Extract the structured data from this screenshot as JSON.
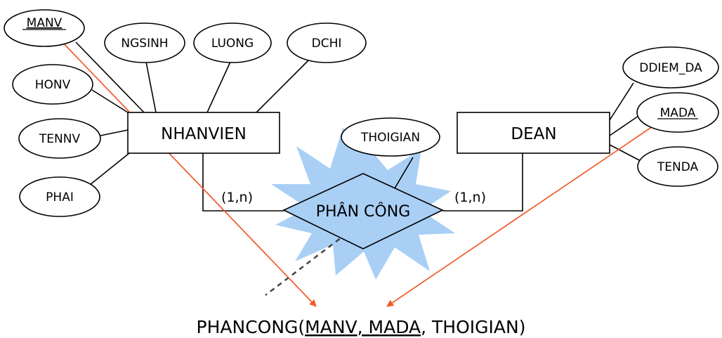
{
  "entities": {
    "nhanvien": "NHANVIEN",
    "dean": "DEAN"
  },
  "relationship": {
    "label": "PHÂN CÔNG",
    "card_left": "(1,n)",
    "card_right": "(1,n)",
    "attribute": "THOIGIAN"
  },
  "nhanvien_attrs": {
    "manv": "MANV",
    "ngsinh": "NGSINH",
    "luong": "LUONG",
    "dchi": "DCHI",
    "honv": "HONV",
    "tennv": "TENNV",
    "phai": "PHAI"
  },
  "dean_attrs": {
    "ddiem_da": "DDIEM_DA",
    "mada": "MADA",
    "tenda": "TENDA"
  },
  "schema": {
    "prefix": "PHANCONG(",
    "key1": "MANV",
    "sep": ", ",
    "key2": "MADA",
    "rest": ", THOIGIAN)"
  },
  "colors": {
    "starburst": "#a9cff5",
    "arrow": "#f05a28",
    "line": "#000000"
  }
}
